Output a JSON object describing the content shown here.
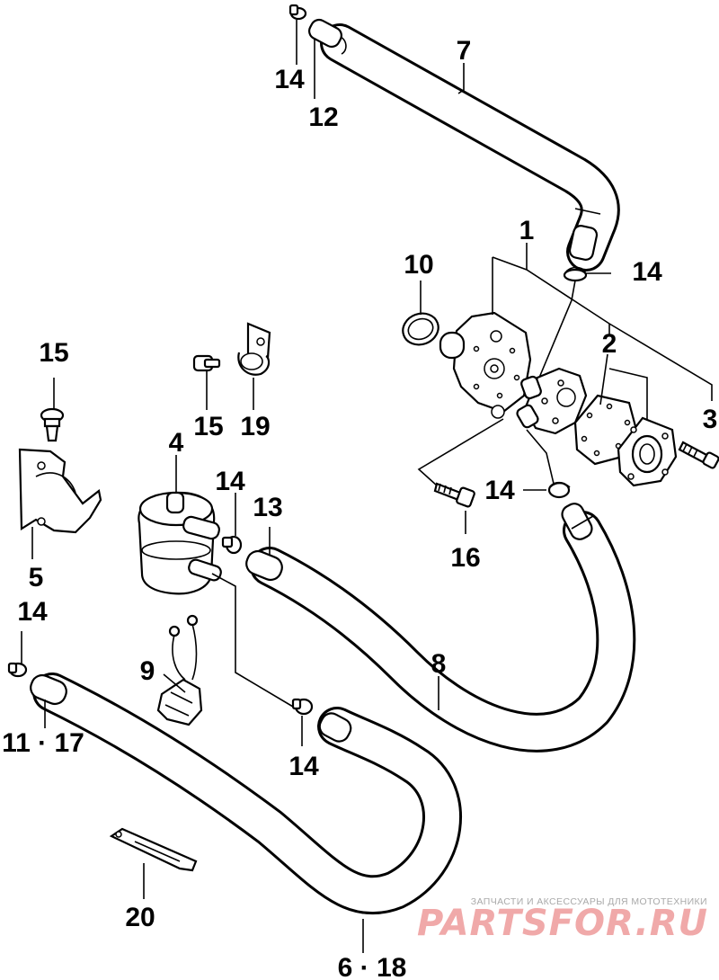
{
  "diagram": {
    "labels": {
      "p1": "1",
      "p2": "2",
      "p3": "3",
      "p4": "4",
      "p5": "5",
      "p6_18": "6 · 18",
      "p7": "7",
      "p8": "8",
      "p9": "9",
      "p10": "10",
      "p11_17": "11 · 17",
      "p12": "12",
      "p13": "13",
      "p14": "14",
      "p15": "15",
      "p16": "16",
      "p19": "19",
      "p20": "20"
    },
    "watermark": {
      "caption": "ЗАПЧАСТИ И АКСЕССУАРЫ ДЛЯ МОТОТЕХНИКИ",
      "logo": "PARTSFOR.RU"
    }
  }
}
